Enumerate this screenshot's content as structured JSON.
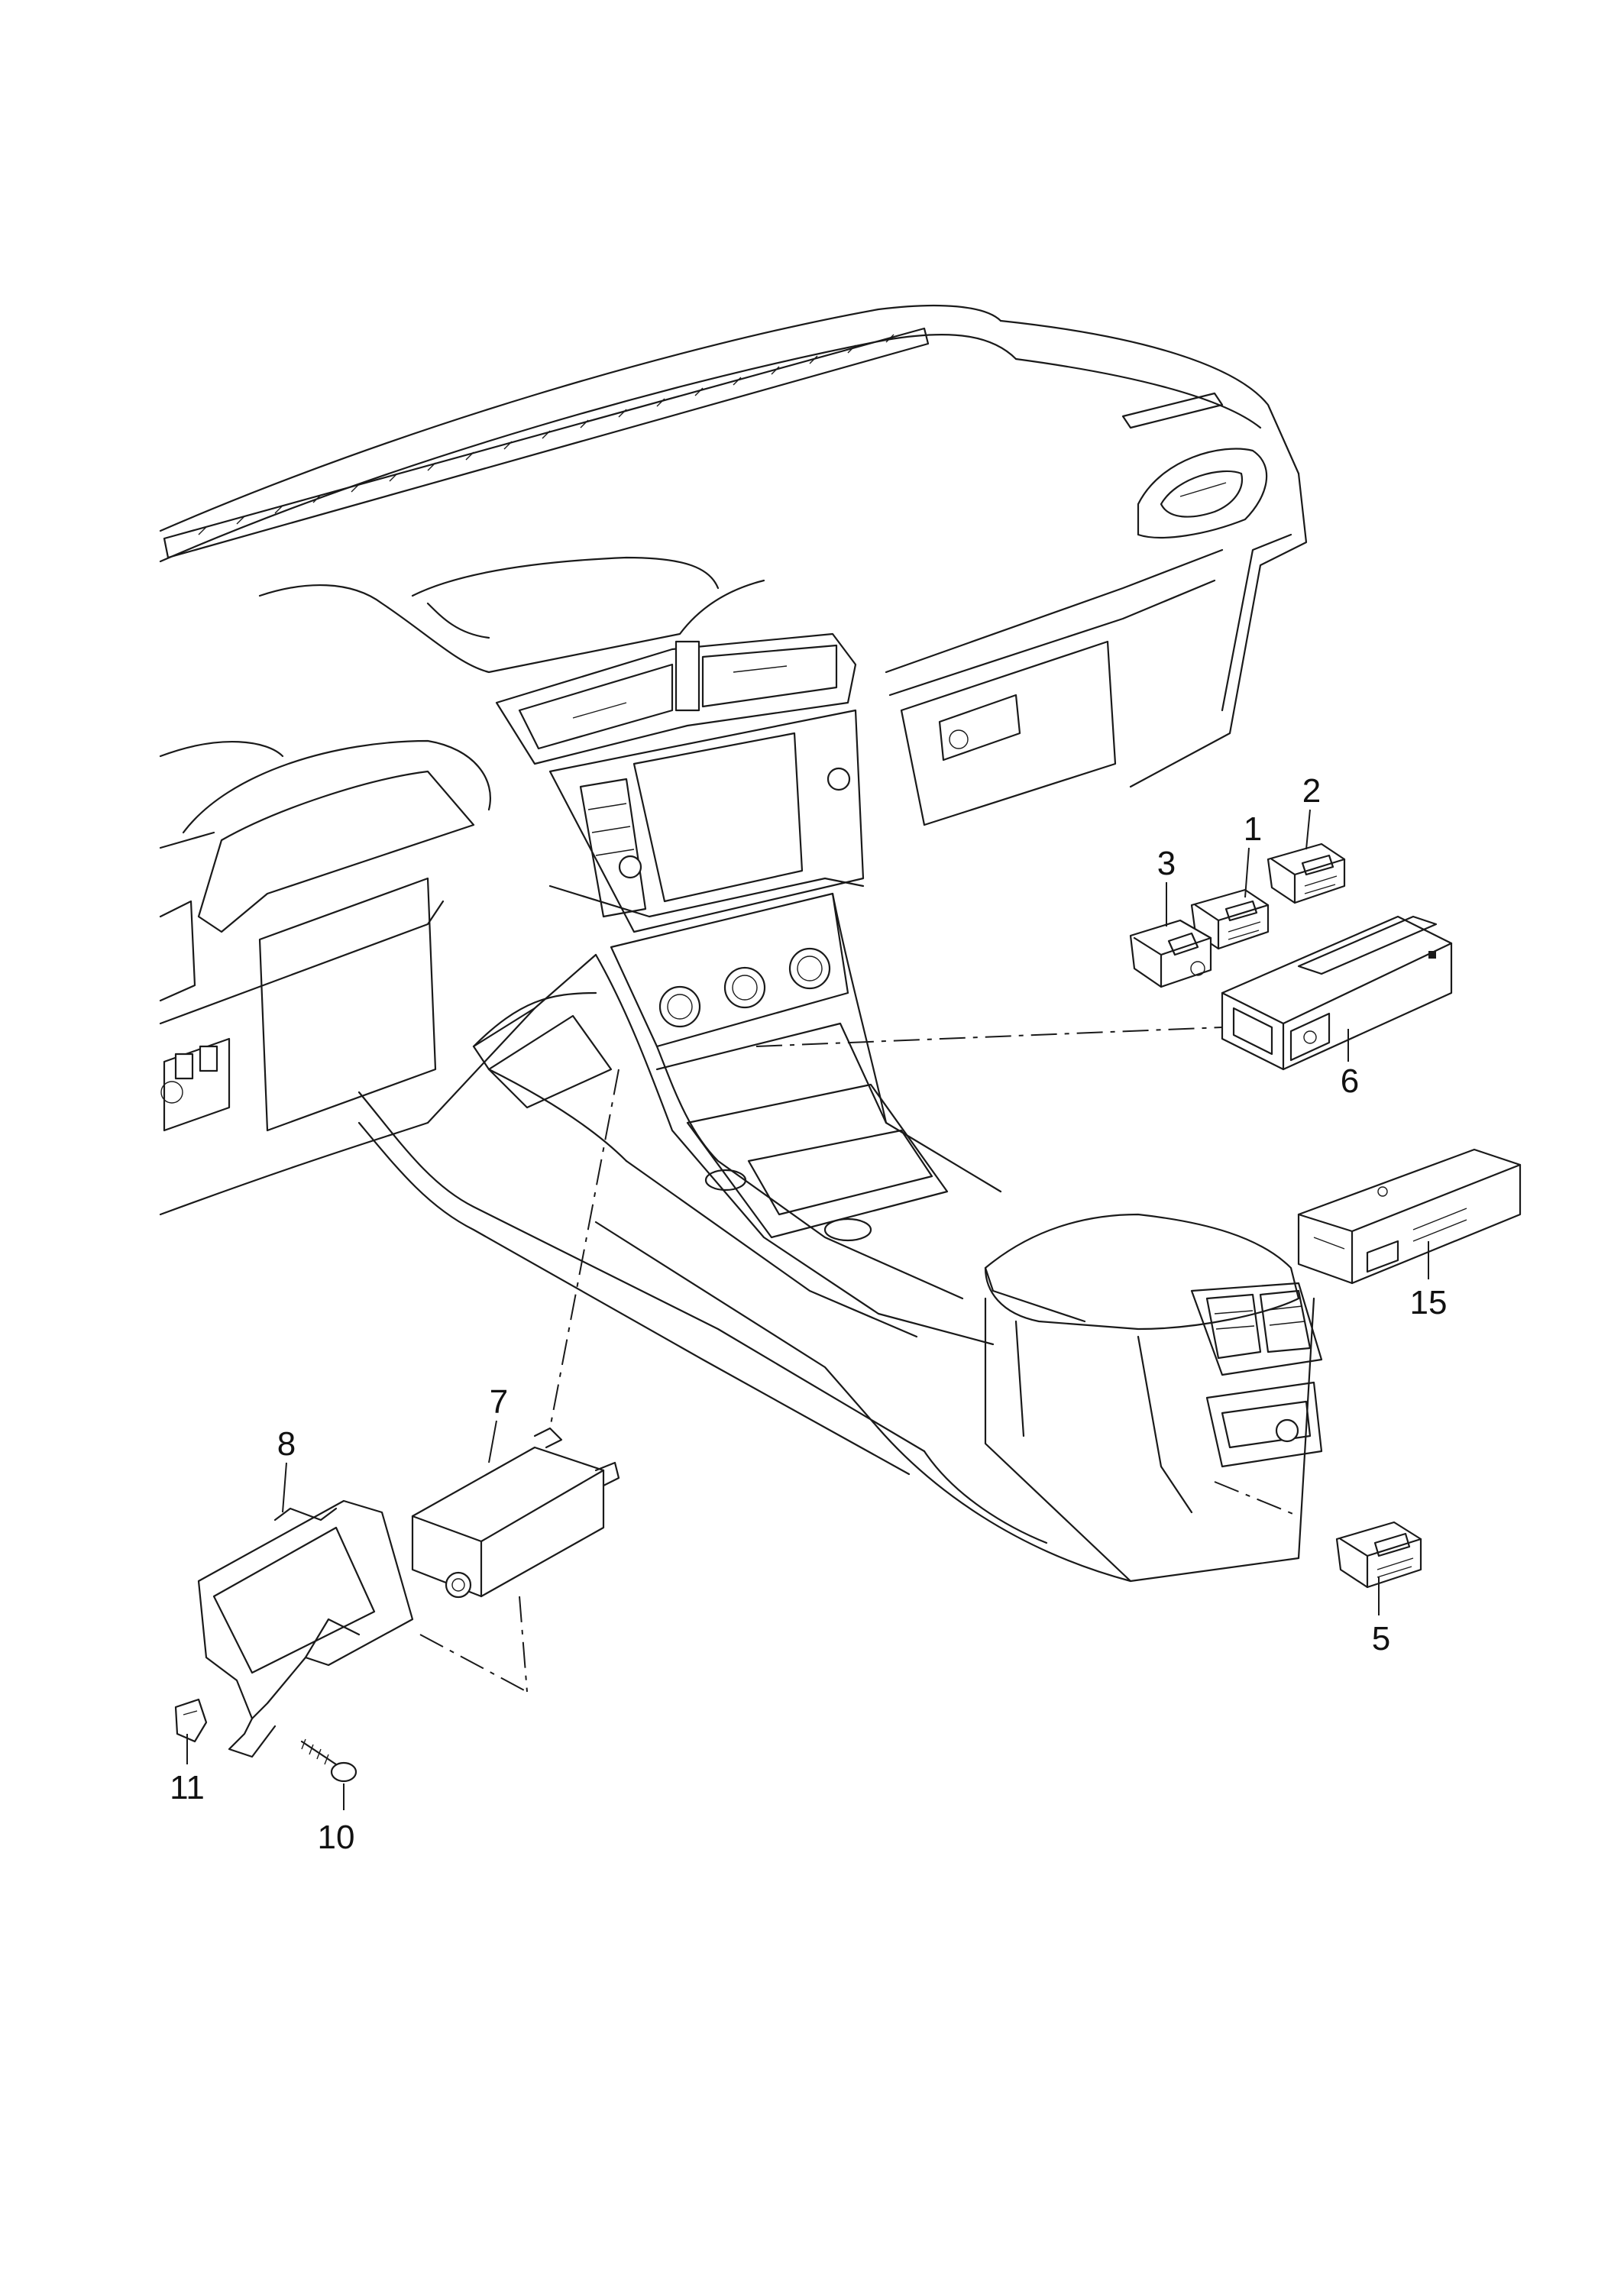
{
  "diagram": {
    "parts": [
      {
        "id": "p1",
        "label": "1",
        "icon": "usb-socket-icon"
      },
      {
        "id": "p2",
        "label": "2",
        "icon": "usb-socket-icon"
      },
      {
        "id": "p3",
        "label": "3",
        "icon": "aux-socket-icon"
      },
      {
        "id": "p5",
        "label": "5",
        "icon": "usb-socket-icon"
      },
      {
        "id": "p6",
        "label": "6",
        "icon": "socket-holder-icon"
      },
      {
        "id": "p7",
        "label": "7",
        "icon": "control-unit-icon"
      },
      {
        "id": "p8",
        "label": "8",
        "icon": "bracket-icon"
      },
      {
        "id": "p10",
        "label": "10",
        "icon": "screw-icon"
      },
      {
        "id": "p11",
        "label": "11",
        "icon": "clip-nut-icon"
      },
      {
        "id": "p15",
        "label": "15",
        "icon": "usb-hub-icon"
      }
    ]
  }
}
